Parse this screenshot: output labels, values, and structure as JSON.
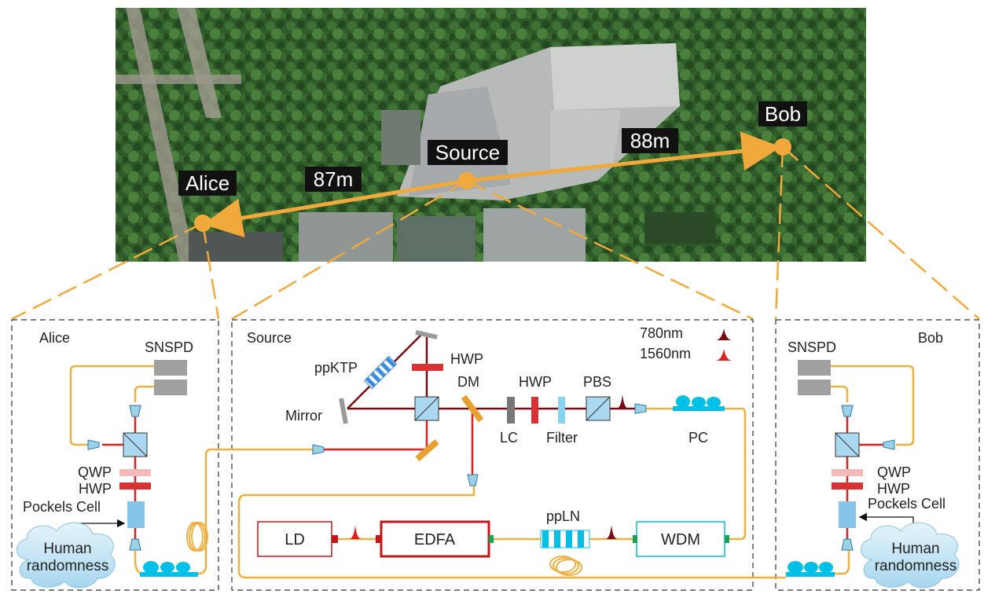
{
  "map": {
    "alice": "Alice",
    "source": "Source",
    "bob": "Bob",
    "dist_alice": "87m",
    "dist_bob": "88m"
  },
  "panels": {
    "alice": {
      "title": "Alice",
      "snspd": "SNSPD",
      "qwp": "QWP",
      "hwp": "HWP",
      "pockels": "Pockels Cell",
      "human1": "Human",
      "human2": "randomness"
    },
    "source": {
      "title": "Source",
      "legend_780": "780nm",
      "legend_1560": "1560nm",
      "ppktp": "ppKTP",
      "hwp_top": "HWP",
      "mirror": "Mirror",
      "dm": "DM",
      "hwp_mid": "HWP",
      "pbs": "PBS",
      "lc": "LC",
      "filter": "Filter",
      "pc": "PC",
      "ppln": "ppLN",
      "ld": "LD",
      "edfa": "EDFA",
      "wdm": "WDM"
    },
    "bob": {
      "title": "Bob",
      "snspd": "SNSPD",
      "qwp": "QWP",
      "hwp": "HWP",
      "pockels": "Pockels Cell",
      "human1": "Human",
      "human2": "randomness"
    }
  },
  "colors": {
    "fiber": "#f0b040",
    "beam780": "#7a0a12",
    "beam1560": "#e02020",
    "optic_blue": "#a9d8f0",
    "pc_cyan": "#00c0e8",
    "link_orange": "#f2a93b"
  }
}
